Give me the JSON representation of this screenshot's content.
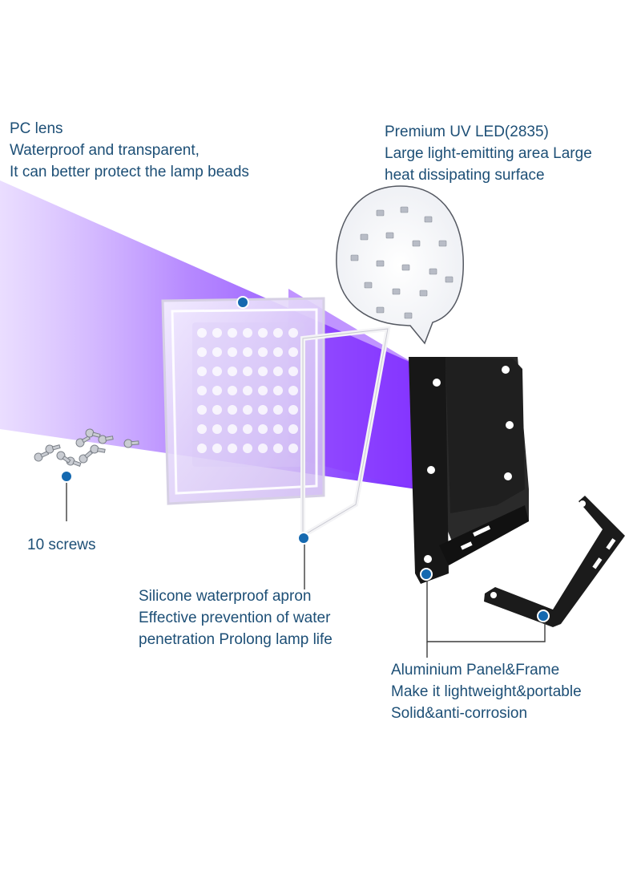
{
  "annotations": {
    "pc_lens": {
      "lines": [
        "PC lens",
        "Waterproof and transparent,",
        "It can better protect the lamp beads"
      ]
    },
    "premium_led": {
      "lines": [
        "Premium UV LED(2835)",
        "Large light-emitting area Large",
        "heat dissipating surface"
      ]
    },
    "screws": {
      "lines": [
        "10 screws"
      ]
    },
    "silicone": {
      "lines": [
        "Silicone waterproof apron",
        "Effective prevention of water",
        "penetration Prolong lamp life"
      ]
    },
    "aluminium": {
      "lines": [
        "Aluminium Panel&Frame",
        "Make it lightweight&portable",
        "Solid&anti-corrosion"
      ]
    }
  },
  "colors": {
    "label_text": "#1d4f76",
    "marker_dot": "#1569b0",
    "uv_light": "#8a3cff",
    "housing": "#161616"
  }
}
